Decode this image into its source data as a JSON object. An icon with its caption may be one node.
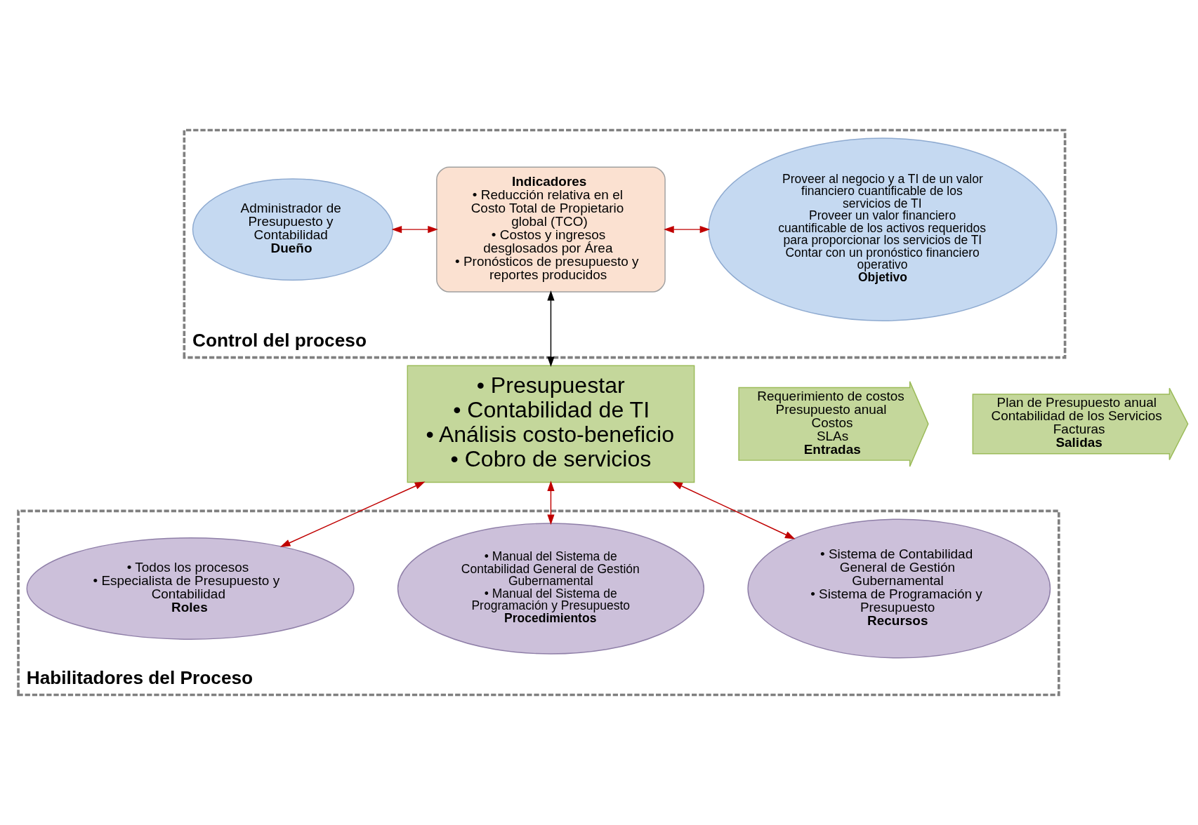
{
  "diagram": {
    "nodes": [
      {
        "text": [
          "Control del proceso"
        ]
      },
      {
        "text": [
          "Administrador de Presupuesto y Contabilidad",
          "Dueño"
        ],
        "in": 0
      },
      {
        "text": [
          "Indicadores",
          "• Reducción relativa en el Costo Total de Propietario global (TCO)",
          "• Costos y ingresos desglosados por Área",
          "• Pronósticos de presupuesto y reportes producidos"
        ],
        "in": 0
      },
      {
        "text": [
          "Proveer al negocio y a TI de un valor financiero cuantificable de los servicios de TI",
          "Proveer un valor financiero cuantificable de los activos requeridos para proporcionar los servicios de TI",
          "Contar con un pronóstico financiero operativo",
          "Objetivo"
        ],
        "in": 0
      },
      {
        "text": [
          "Requerimiento de costos",
          "Presupuesto anual",
          "Costos",
          "SLAs",
          "Entradas"
        ]
      },
      {
        "text": [
          "• Presupuestar",
          "• Contabilidad de TI",
          "• Análisis costo-beneficio",
          "• Cobro de servicios"
        ]
      },
      {
        "text": [
          "Plan de Presupuesto anual",
          "Contabilidad de los Servicios",
          "Facturas",
          "Salidas"
        ]
      },
      {
        "text": [
          "Habilitadores del Proceso"
        ]
      },
      {
        "text": [
          "• Sistema de Contabilidad General de Gestión Gubernamental",
          "• Sistema de Programación y Presupuesto",
          "Recursos"
        ],
        "in": 7
      },
      {
        "text": [
          "• Manual del Sistema de Contabilidad General de Gestión Gubernamental",
          "• Manual del Sistema de Programación y Presupuesto",
          "Procedimientos"
        ],
        "in": 7
      },
      {
        "text": [
          "• Todos los procesos",
          "• Especialista de Presupuesto y Contabilidad",
          "Roles"
        ],
        "in": 7
      }
    ],
    "edges": [
      {
        "from": 1,
        "to": 2,
        "arrow": "both"
      },
      {
        "from": 2,
        "to": 3,
        "arrow": "both"
      },
      {
        "from": 2,
        "to": 5,
        "arrow": "both",
        "color": "#000000"
      },
      {
        "from": 5,
        "to": 8,
        "arrow": "both"
      },
      {
        "from": 5,
        "to": 9,
        "arrow": "both"
      },
      {
        "from": 5,
        "to": 10,
        "arrow": "both"
      }
    ]
  }
}
